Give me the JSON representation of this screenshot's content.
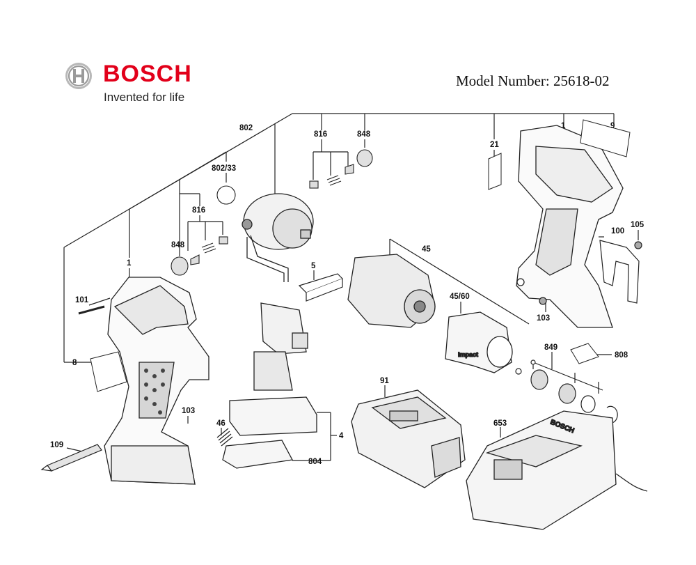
{
  "header": {
    "brand": "BOSCH",
    "tagline": "Invented for life",
    "model_label": "Model Number: 25618-02"
  },
  "callouts": {
    "c802": "802",
    "c816a": "816",
    "c848a": "848",
    "c21": "21",
    "c1a": "1",
    "c9": "9",
    "c802_33": "802/33",
    "c816b": "816",
    "c848b": "848",
    "c1b": "1",
    "c101": "101",
    "c8": "8",
    "c5": "5",
    "c45": "45",
    "c45_60": "45/60",
    "c100": "100",
    "c105": "105",
    "c103a": "103",
    "c808": "808",
    "c849": "849",
    "c103b": "103",
    "c46": "46",
    "c4": "4",
    "c804": "804",
    "c91": "91",
    "c653": "653",
    "c109": "109"
  },
  "part_marks": {
    "impact": "impact",
    "charger_brand": "BOSCH"
  }
}
